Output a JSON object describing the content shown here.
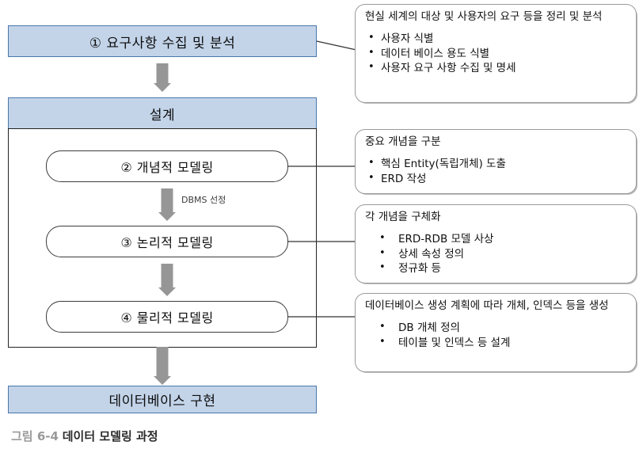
{
  "figure": {
    "caption_number": "그림 6-4",
    "caption_title": "데이터 모델링 과정",
    "accent_blue_fill": "#C3D4E9",
    "accent_blue_border": "#4A77AB",
    "arrow_gray": "#969696",
    "callout_border": "#9A9A9A"
  },
  "flow": {
    "step1": {
      "label": "① 요구사항 수집 및 분석"
    },
    "design_header": {
      "label": "설계"
    },
    "step2": {
      "label": "② 개념적 모델링"
    },
    "step3": {
      "label": "③ 논리적 모델링"
    },
    "step4": {
      "label": "④ 물리적 모델링"
    },
    "final": {
      "label": "데이터베이스 구현"
    },
    "connector_label": "DBMS 선정"
  },
  "callouts": [
    {
      "id": "requirements",
      "lead": "현실 세계의 대상 및 사용자의 요구 등을 정리 및 분석",
      "bullets": [
        "사용자 식별",
        "데이터 베이스 용도 식별",
        "사용자 요구 사항 수집 및 명세"
      ]
    },
    {
      "id": "conceptual",
      "lead": "중요 개념을 구분",
      "bullets": [
        "핵심 Entity(독립개체) 도출",
        "ERD 작성"
      ]
    },
    {
      "id": "logical",
      "lead": "각 개념을 구체화",
      "bullets": [
        "ERD-RDB 모델 사상",
        "상세 속성 정의",
        "정규화 등"
      ]
    },
    {
      "id": "physical",
      "lead": "데이터베이스 생성 계획에 따라 개체, 인덱스 등을 생성",
      "bullets": [
        "DB 개체 정의",
        "테이블 및 인덱스 등 설계"
      ]
    }
  ]
}
